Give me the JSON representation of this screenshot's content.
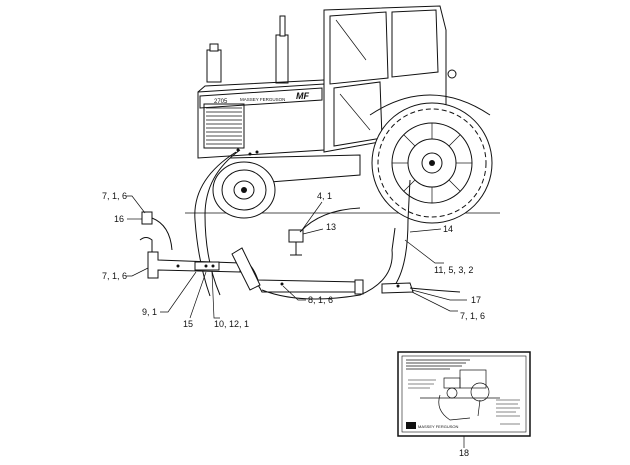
{
  "callouts": {
    "c_7_1_6_top": "7, 1, 6",
    "c_16": "16",
    "c_7_1_6_mid": "7, 1, 6",
    "c_9_1": "9, 1",
    "c_15": "15",
    "c_10_12_1": "10, 12, 1",
    "c_4_1": "4, 1",
    "c_13": "13",
    "c_8_1_6": "8, 1, 6",
    "c_14": "14",
    "c_11_5_3_2": "11, 5, 3, 2",
    "c_17": "17",
    "c_7_1_6_right": "7, 1, 6",
    "c_18": "18"
  },
  "tractor": {
    "hood_model": "2705",
    "hood_brand": "MASSEY FERGUSON",
    "hood_logo": "MF"
  },
  "decal": {
    "brand": "MASSEY FERGUSON"
  }
}
